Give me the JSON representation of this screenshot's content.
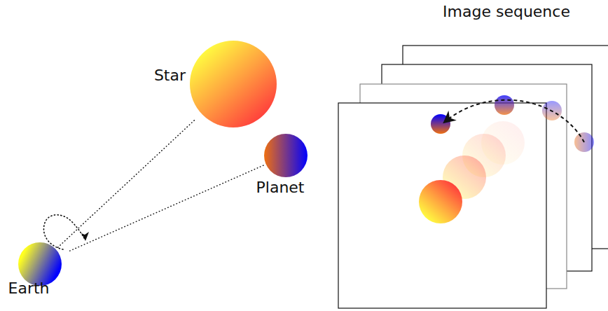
{
  "diagram": {
    "nodes": [
      {
        "text": [
          "Star"
        ]
      },
      {
        "text": [
          "Planet"
        ]
      },
      {
        "text": [
          "Earth"
        ]
      }
    ],
    "edges": [
      {
        "from": 2,
        "to": 0,
        "arrow": "none"
      },
      {
        "from": 1,
        "to": 2,
        "arrow": "none"
      }
    ],
    "labels": [
      "Image sequence"
    ]
  }
}
